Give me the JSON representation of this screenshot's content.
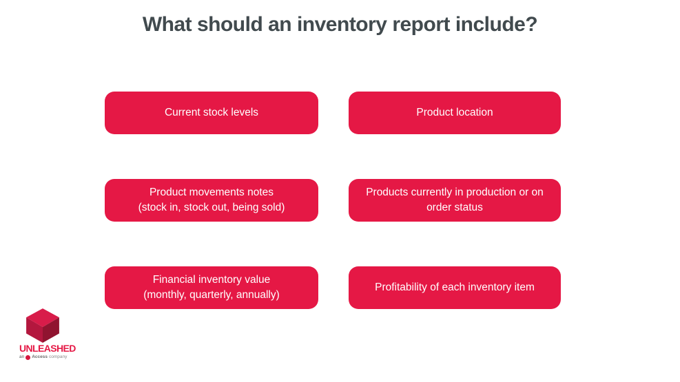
{
  "title": "What should an inventory report include?",
  "colors": {
    "accent_red": "#e51845",
    "title_gray": "#414a4e",
    "cube_top": "#d81c4a",
    "cube_left": "#b3173e",
    "cube_right": "#901430"
  },
  "boxes": [
    {
      "label": "Current stock levels"
    },
    {
      "label": "Product location"
    },
    {
      "label": "Product movements notes\n(stock in, stock out, being sold)"
    },
    {
      "label": "Products currently in production or on order status"
    },
    {
      "label": "Financial inventory value\n(monthly, quarterly, annually)"
    },
    {
      "label": "Profitability of each inventory item"
    }
  ],
  "logo": {
    "wordmark": "UNLEASHED",
    "tagline_prefix": "an",
    "tagline_brand": "Access",
    "tagline_suffix": "company",
    "cube_icon": "red-3d-cube-logo-icon"
  }
}
